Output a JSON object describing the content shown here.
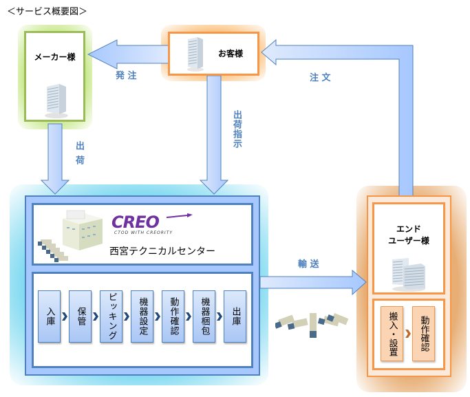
{
  "title": "＜サービス概要図＞",
  "nodes": {
    "maker": {
      "label": "メーカー様",
      "icon": "office-building-icon"
    },
    "customer": {
      "label": "お客様",
      "icon": "office-building-icon"
    },
    "end_user": {
      "label_line1": "エンド",
      "label_line2": "ユーザー様",
      "icon": "office-buildings-icon"
    },
    "technical_center": {
      "name": "西宮テクニカルセンター",
      "logo_text": "CREO",
      "logo_tagline": "CTOD WITH CREORITY",
      "icon": "warehouse-with-trucks-icon"
    }
  },
  "arrows": {
    "order_to_maker": "発 注",
    "order_from_end_user": "注 文",
    "shipment_from_maker": "出荷",
    "shipping_instruction": "出荷指示",
    "transport": "輸 送"
  },
  "center_process_steps": [
    {
      "label": "入庫"
    },
    {
      "label": "保管"
    },
    {
      "label": "ピッキング"
    },
    {
      "label": "機器設定"
    },
    {
      "label": "動作確認"
    },
    {
      "label": "機器梱包"
    },
    {
      "label": "出庫"
    }
  ],
  "end_user_process_steps": [
    {
      "label": "搬入・設置"
    },
    {
      "label": "動作確認"
    }
  ],
  "colors": {
    "maker_accent": "#9bbb59",
    "customer_accent": "#f79646",
    "center_accent": "#4f81bd",
    "arrow_fill": "#a6c8ff",
    "label_text": "#4f81bd"
  }
}
